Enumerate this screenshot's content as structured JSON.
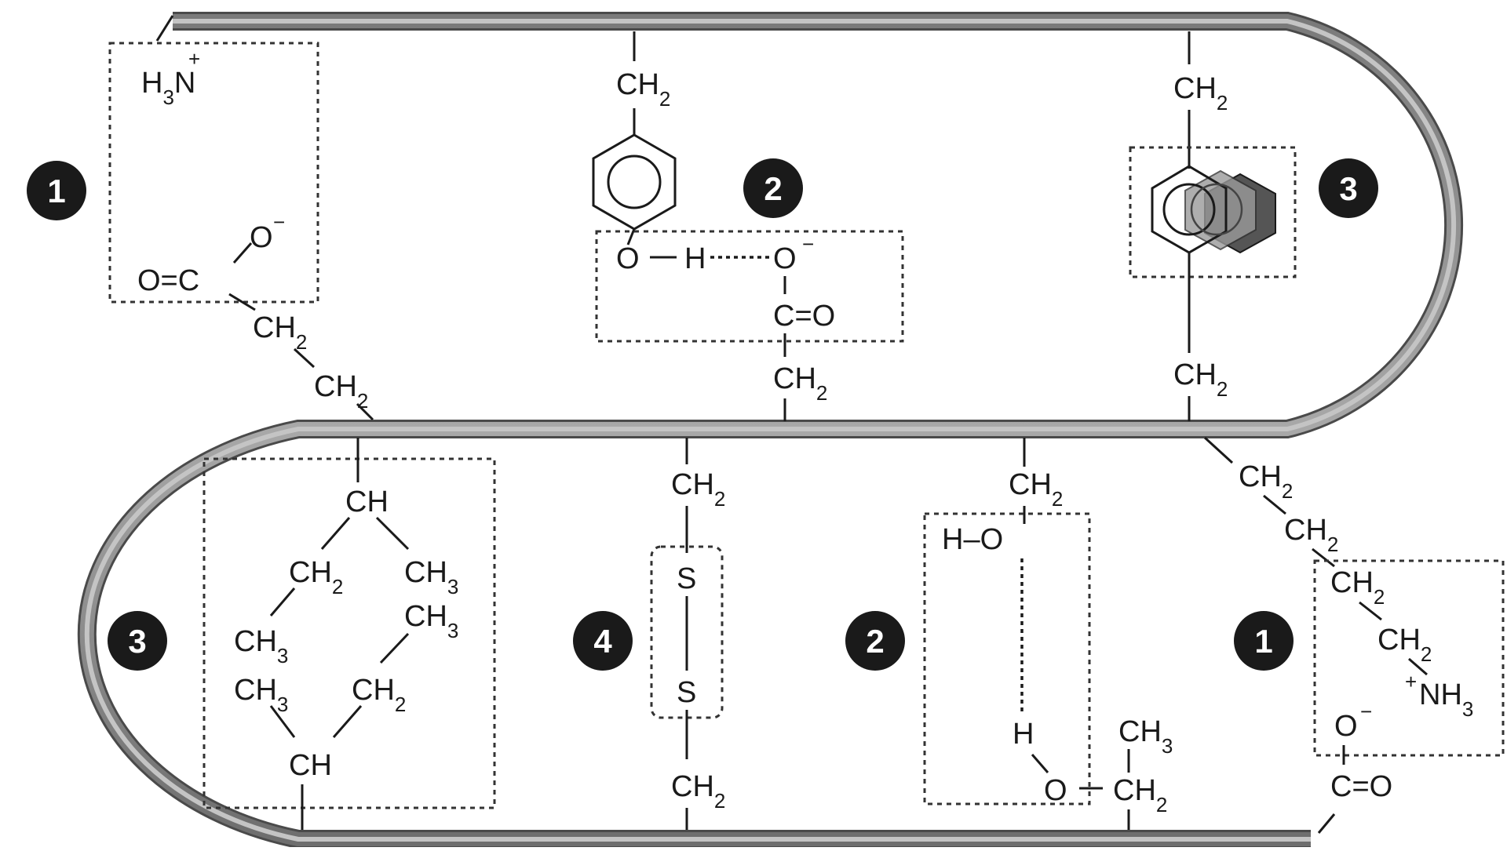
{
  "badges": {
    "b1_top": "1",
    "b2_top": "2",
    "b3_top": "3",
    "b3_bottom": "3",
    "b4_bottom": "4",
    "b2_bottom": "2",
    "b1_bottom": "1"
  },
  "chemistry": {
    "ionic_top": {
      "amino": "H3N",
      "amino_charge": "+",
      "oxygen_neg": "O",
      "oxygen_charge": "−",
      "carbonyl": "O=C",
      "ch2_a": "CH2",
      "ch2_b": "CH2"
    },
    "hbond_top": {
      "ch2_top": "CH2",
      "oh": "O",
      "h": "H",
      "o_neg": "O",
      "o_charge": "−",
      "co": "C=O",
      "ch2_bottom": "CH2"
    },
    "stack_top": {
      "ch2_top": "CH2",
      "ch2_bottom": "CH2"
    },
    "hydrophobic_bottom": {
      "ch_top": "CH",
      "ch2_left": "CH2",
      "ch3_right": "CH3",
      "ch3_left": "CH3",
      "ch3_right2": "CH3",
      "ch3_left2": "CH3",
      "ch2_right2": "CH2",
      "ch_bottom": "CH"
    },
    "disulfide_bottom": {
      "ch2_top": "CH2",
      "s_top": "S",
      "s_bottom": "S",
      "ch2_bottom": "CH2"
    },
    "hbond_bottom": {
      "ch2_top": "CH2",
      "h_o": "H–O",
      "h": "H",
      "o": "O",
      "ch3": "CH3",
      "ch2": "CH2"
    },
    "ionic_bottom": {
      "ch2_1": "CH2",
      "ch2_2": "CH2",
      "ch2_3": "CH2",
      "ch2_4": "CH2",
      "nh3": "NH3",
      "nh3_charge": "+",
      "o_neg": "O",
      "o_charge": "−",
      "co": "C=O"
    }
  }
}
